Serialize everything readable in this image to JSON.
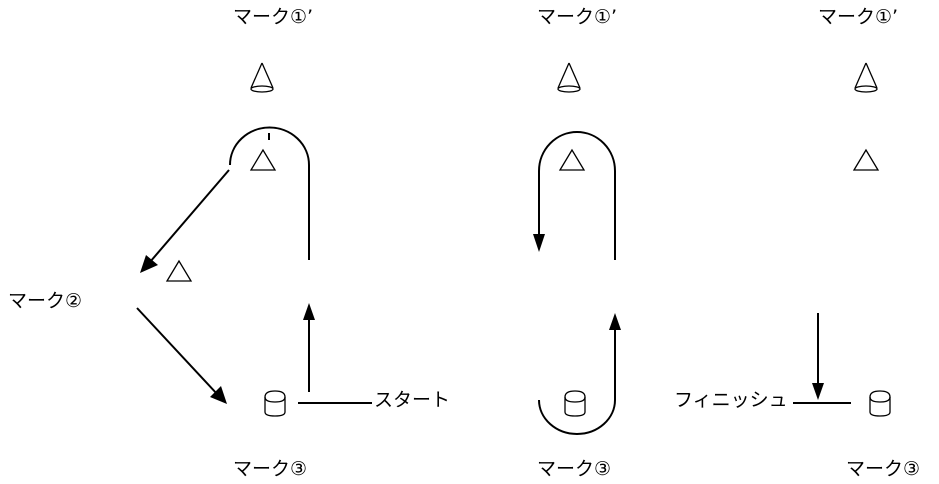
{
  "labels": {
    "mark1_prime": "マーク①’",
    "mark2": "マーク②",
    "mark3": "マーク③",
    "start": "スタート",
    "finish": "フィニッシュ"
  },
  "colors": {
    "background": "#ffffff",
    "ink": "#000000"
  },
  "icons": [
    "cone-icon",
    "triangle-marker-icon",
    "cylinder-icon"
  ]
}
